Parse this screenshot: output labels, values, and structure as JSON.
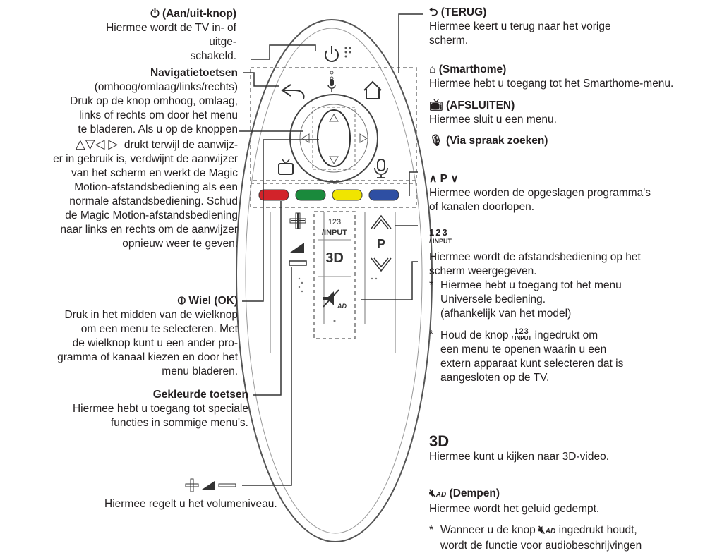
{
  "left": {
    "power": {
      "icon": "power-icon",
      "title": "(Aan/uit-knop)",
      "lines": [
        "Hiermee wordt de TV in- of uitge-",
        "schakeld."
      ]
    },
    "nav": {
      "title": "Navigatietoetsen",
      "lines": [
        "(omhoog/omlaag/links/rechts)",
        "Druk op de knop omhoog, omlaag,",
        "links of rechts om door het menu",
        "te bladeren. Als u op de knoppen",
        "drukt terwijl de aanwijz-",
        "er in gebruik is, verdwijnt de aanwijzer",
        "van het scherm en werkt de Magic",
        "Motion-afstandsbediening als een",
        "normale afstandsbediening. Schud",
        "de Magic Motion-afstandsbediening",
        "naar links en rechts om de aanwijzer",
        "opnieuw weer te geven."
      ]
    },
    "wheel": {
      "icon": "wheel-icon",
      "title": "Wiel (OK)",
      "lines": [
        "Druk in het midden van de wielknop",
        "om een menu te selecteren. Met",
        "de wielknop kunt u een ander pro-",
        "gramma of kanaal kiezen en door het",
        "menu bladeren."
      ]
    },
    "colored": {
      "title": "Gekleurde toetsen",
      "lines": [
        "Hiermee hebt u toegang tot speciale",
        "functies in sommige menu's."
      ]
    },
    "volume": {
      "icon": "volume-icon",
      "lines": [
        "Hiermee regelt u het volumeniveau."
      ]
    }
  },
  "right": {
    "back": {
      "icon": "back-icon",
      "title": "(TERUG)",
      "lines": [
        "Hiermee keert u terug naar het vorige",
        "scherm."
      ]
    },
    "home": {
      "icon": "home-icon",
      "title": "(Smarthome)",
      "lines": [
        "Hiermee hebt u toegang tot het Smarthome-menu."
      ]
    },
    "exit": {
      "icon": "exit-icon",
      "title": "(AFSLUITEN)",
      "lines": [
        "Hiermee sluit u een menu."
      ]
    },
    "voice": {
      "icon": "microphone-icon",
      "title": "(Via spraak zoeken)"
    },
    "program": {
      "icon": "program-up-down-icon",
      "title": "P",
      "lines": [
        "Hiermee worden de opgeslagen programma's",
        "of kanalen doorlopen."
      ]
    },
    "input": {
      "label_top": "123",
      "label_bottom": "/ INPUT",
      "lines": [
        "Hiermee wordt de afstandsbediening op het",
        "scherm weergegeven."
      ],
      "note1": [
        "Hiermee hebt u toegang tot het menu",
        "Universele bediening.",
        "(afhankelijk van het model)"
      ],
      "note2_a": "Houd de knop",
      "note2_b": "ingedrukt om",
      "note2_rest": [
        "een menu te openen waarin u een",
        "extern apparaat kunt selecteren dat is",
        "aangesloten op de TV."
      ]
    },
    "threed": {
      "label": "3D",
      "lines": [
        "Hiermee kunt u kijken naar 3D-video."
      ]
    },
    "mute": {
      "icon": "mute-ad-icon",
      "title": "(Dempen)",
      "lines": [
        "Hiermee wordt het geluid gedempt."
      ],
      "note_a": "Wanneer u de knop",
      "note_b": "ingedrukt houdt,",
      "note_rest": "wordt de functie voor audiobeschrijvingen"
    }
  },
  "remote": {
    "input_label_top": "123",
    "input_label_bottom": "/INPUT",
    "threed_label": "3D",
    "program_label": "P",
    "colors": [
      "#d2232a",
      "#1a8a3c",
      "#f0e500",
      "#2e4fa3"
    ]
  }
}
